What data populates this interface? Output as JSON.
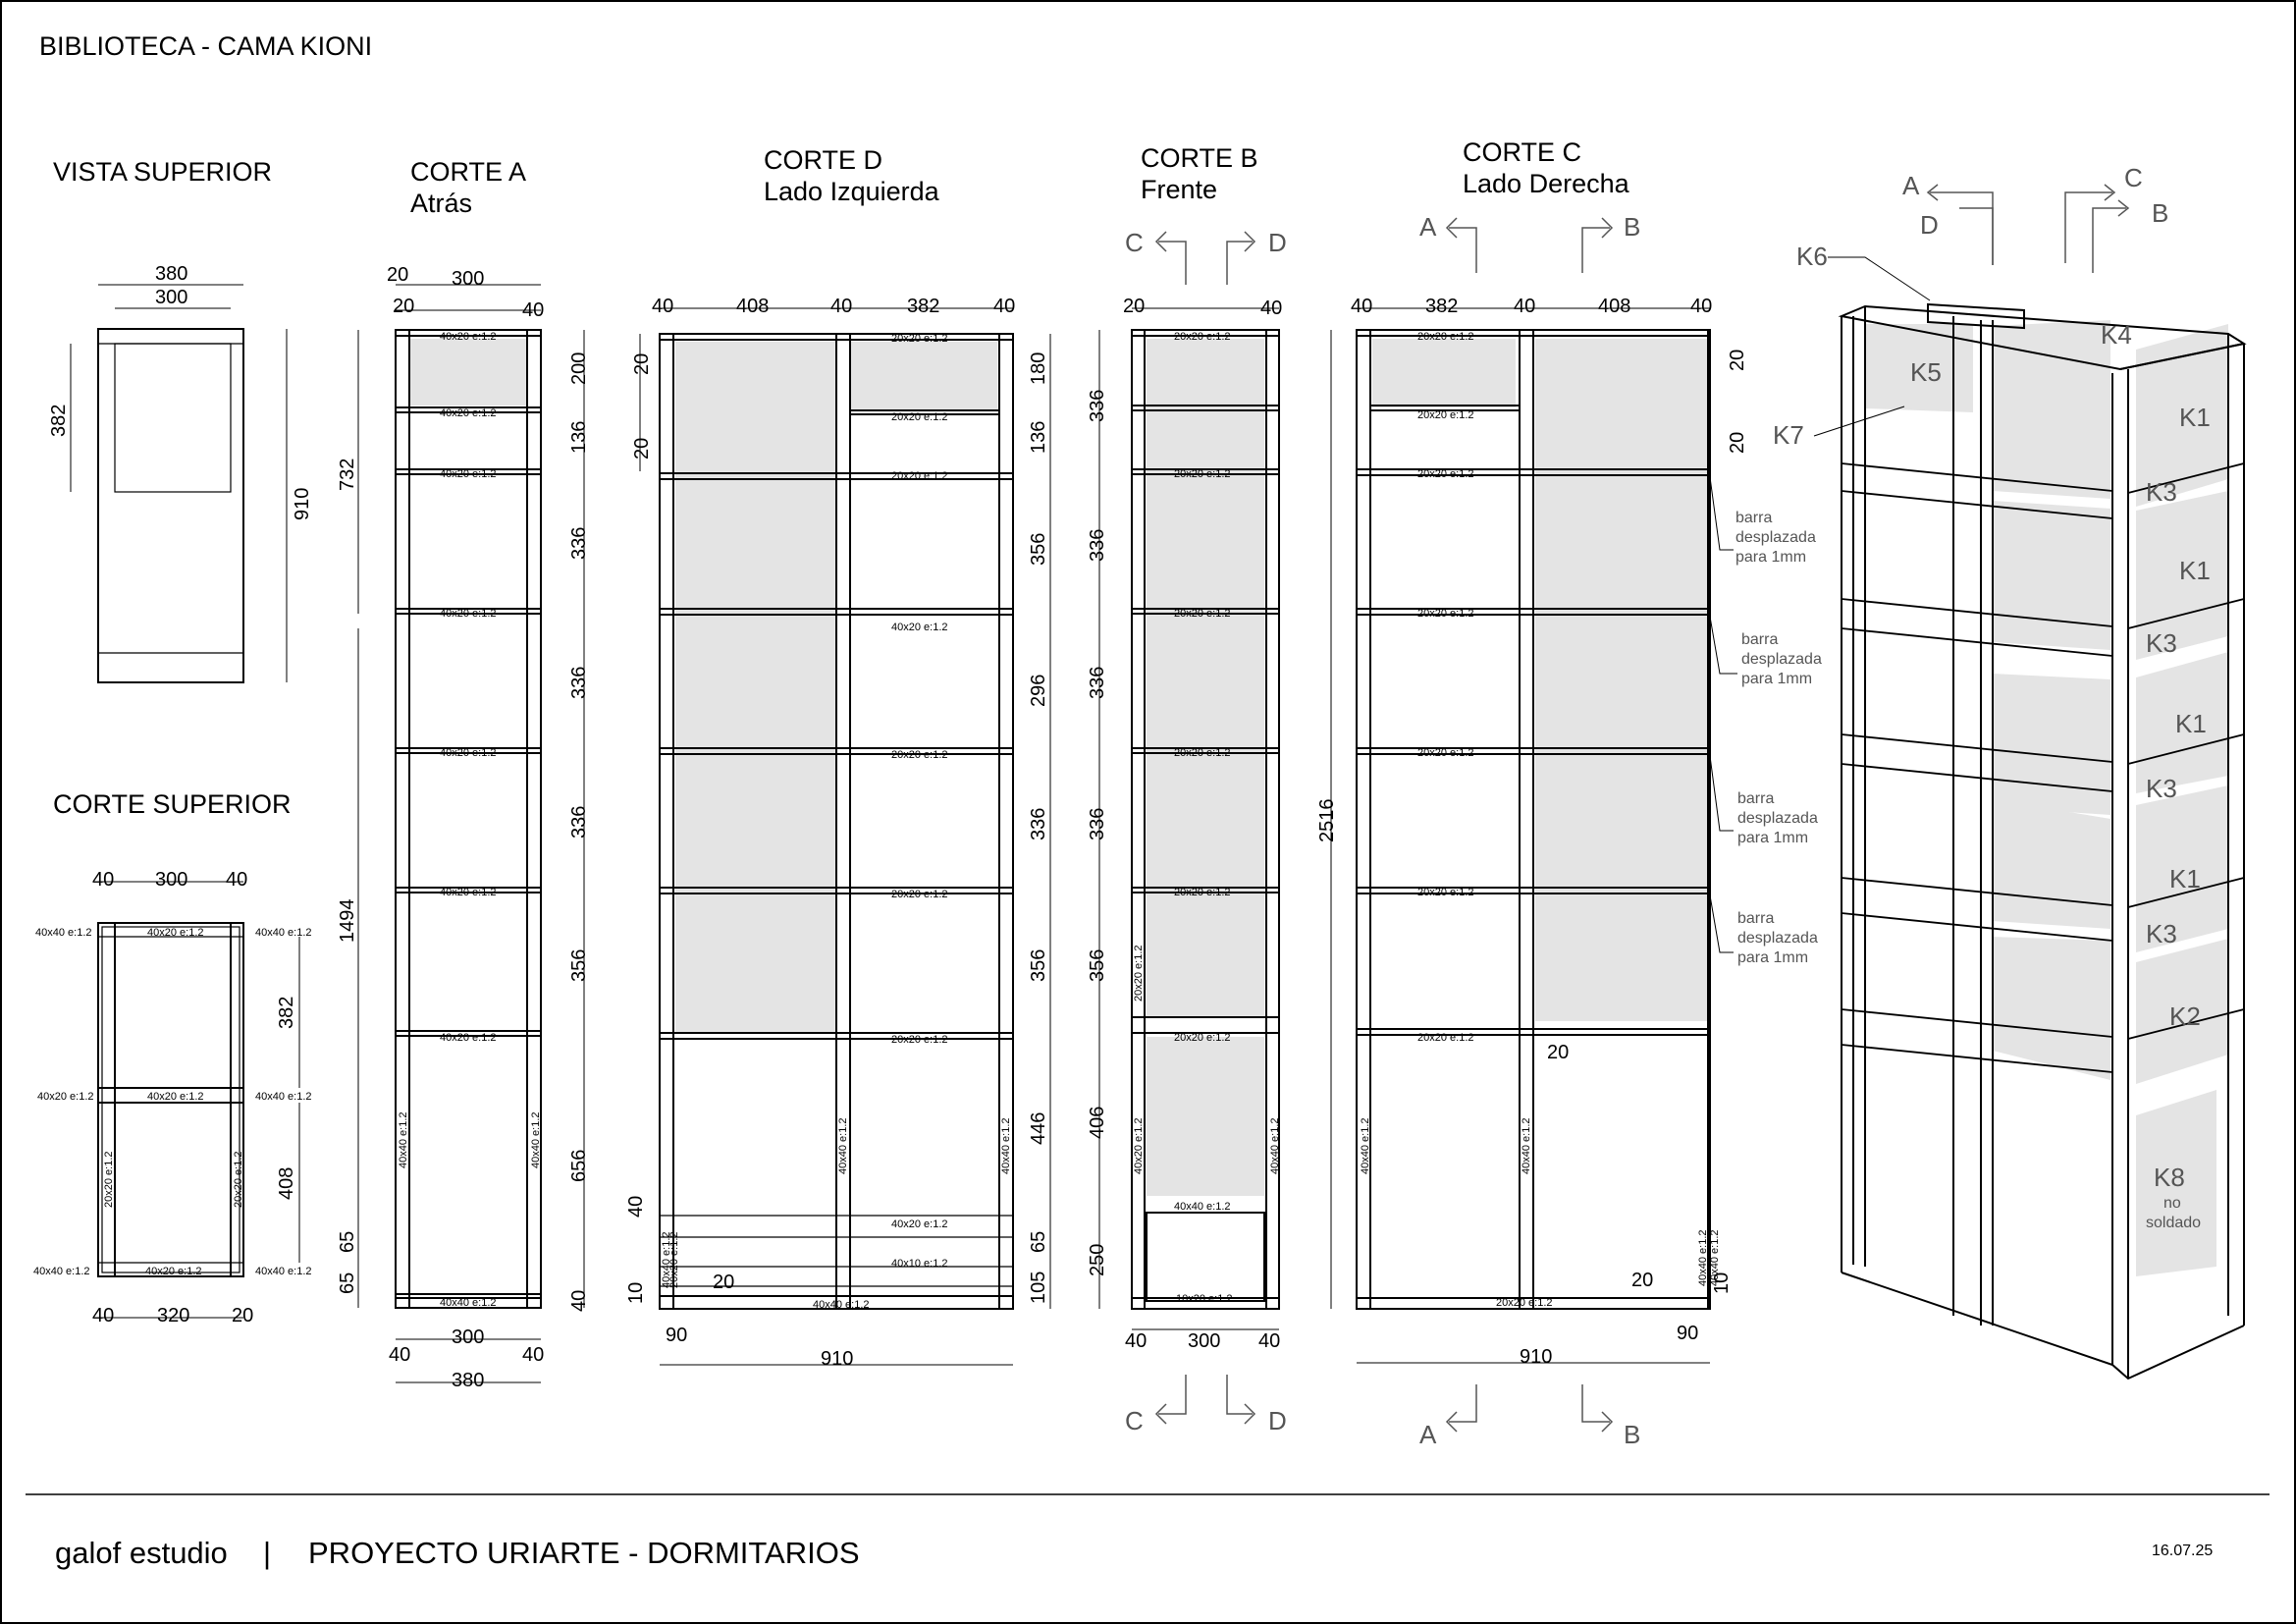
{
  "sheet": {
    "title": "BIBLIOTECA - CAMA KIONI",
    "studio": "galof estudio",
    "separator": "|",
    "project": "PROYECTO URIARTE - DORMITARIOS",
    "date": "16.07.25"
  },
  "views": {
    "vista_superior": {
      "title": "VISTA SUPERIOR",
      "dims": [
        "380",
        "300",
        "382",
        "910"
      ]
    },
    "corte_superior": {
      "title": "CORTE SUPERIOR",
      "dims_top": [
        "40",
        "300",
        "40"
      ],
      "dims_bottom": [
        "40",
        "320",
        "20"
      ],
      "dims_right": [
        "382",
        "408"
      ],
      "labels": [
        "40x40 e:1.2",
        "40x20 e:1.2",
        "40x40 e:1.2",
        "40x20 e:1.2",
        "40x20 e:1.2",
        "40x40 e:1.2",
        "20x20 e:1.2",
        "20x20 e:1.2",
        "40x40 e:1.2",
        "40x20 e:1.2",
        "40x40 e:1.2"
      ]
    },
    "corte_a": {
      "title": "CORTE A",
      "subtitle": "Atrás",
      "dims_top": [
        "20",
        "300",
        "20",
        "40"
      ],
      "dims_left": [
        "732",
        "1494"
      ],
      "dims_right": [
        "200",
        "136",
        "336",
        "336",
        "336",
        "356",
        "656",
        "65",
        "65",
        "40"
      ],
      "dims_bottom": [
        "40",
        "300",
        "40",
        "380"
      ],
      "labels": [
        "40x20 e:1.2",
        "40x20 e:1.2",
        "40x20 e:1.2",
        "40x20 e:1.2",
        "40x20 e:1.2",
        "40x20 e:1.2",
        "40x20 e:1.2",
        "40x40 e:1.2",
        "40x40 e:1.2",
        "40x40 e:1.2"
      ]
    },
    "corte_d": {
      "title": "CORTE D",
      "subtitle": "Lado Izquierda",
      "dims_top": [
        "40",
        "408",
        "40",
        "382",
        "40"
      ],
      "dims_left": [
        "20",
        "20",
        "40",
        "10"
      ],
      "dims_right": [
        "180",
        "136",
        "356",
        "296",
        "336",
        "356",
        "446",
        "65",
        "105"
      ],
      "dims_bottom": [
        "90",
        "910",
        "20"
      ],
      "labels": [
        "20x20 e:1.2",
        "20x20 e:1.2",
        "20x20 e:1.2",
        "40x20 e:1.2",
        "20x20 e:1.2",
        "20x20 e:1.2",
        "20x20 e:1.2",
        "40x20 e:1.2",
        "40x10 e:1.2",
        "40x40 e:1.2",
        "40x40 e:1.2",
        "20x20 e:1.2",
        "40x40 e:1.2",
        "40x40 e:1.2"
      ]
    },
    "corte_b": {
      "title": "CORTE B",
      "subtitle": "Frente",
      "dims_top": [
        "20",
        "40"
      ],
      "dims_left": [
        "336",
        "336",
        "336",
        "336",
        "356",
        "406",
        "250"
      ],
      "dims_bottom": [
        "40",
        "300",
        "40"
      ],
      "labels": [
        "20x20 e:1.2",
        "20x20 e:1.2",
        "20x20 e:1.2",
        "20x20 e:1.2",
        "20x20 e:1.2",
        "20x20 e:1.2",
        "20x20 e:1.2",
        "40x40 e:1.2",
        "10x20 e:1.2",
        "40x20 e:1.2",
        "40x40 e:1.2"
      ]
    },
    "corte_c": {
      "title": "CORTE C",
      "subtitle": "Lado Derecha",
      "dims_top": [
        "40",
        "382",
        "40",
        "408",
        "40"
      ],
      "dims_left": [
        "2516"
      ],
      "dims_right": [
        "20",
        "20",
        "10"
      ],
      "dims_bottom": [
        "910",
        "90",
        "20",
        "20"
      ],
      "labels": [
        "20x20 e:1.2",
        "20x20 e:1.2",
        "20x20 e:1.2",
        "20x20 e:1.2",
        "20x20 e:1.2",
        "20x20 e:1.2",
        "20x20 e:1.2",
        "20x20 e:1.2",
        "40x40 e:1.2",
        "40x40 e:1.2",
        "40x40 e:1.2",
        "40x40 e:1.2"
      ],
      "notes": [
        "barra",
        "desplazada",
        "para 1mm"
      ]
    },
    "section_marks": {
      "a": "A",
      "b": "B",
      "c": "C",
      "d": "D"
    },
    "isometric": {
      "labels": [
        "K6",
        "K4",
        "K5",
        "K7",
        "K1",
        "K3",
        "K1",
        "K3",
        "K1",
        "K3",
        "K1",
        "K3",
        "K2",
        "K8",
        "no",
        "soldado"
      ]
    }
  }
}
